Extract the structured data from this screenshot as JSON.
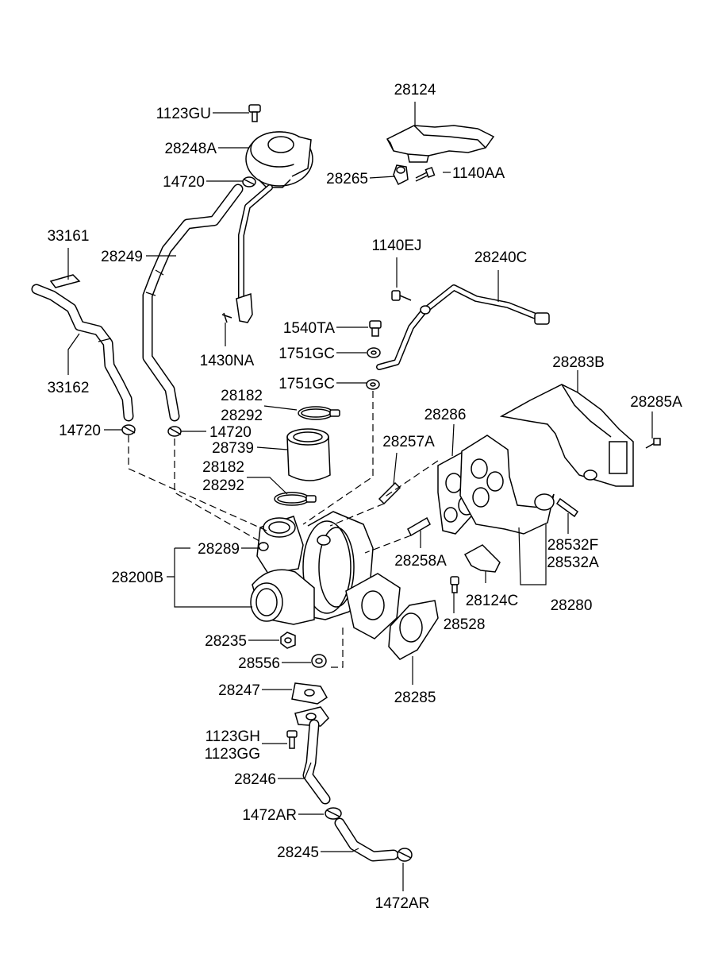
{
  "diagram": {
    "labels": [
      "28124",
      "1123GU",
      "28248A",
      "14720",
      "28265",
      "1140AA",
      "33161",
      "28249",
      "1140EJ",
      "28240C",
      "1430NA",
      "1540TA",
      "1751GC",
      "1751GC",
      "33162",
      "28283B",
      "28182",
      "28292",
      "28285A",
      "28286",
      "14720",
      "14720",
      "28739",
      "28257A",
      "28182",
      "28292",
      "28532F",
      "28532A",
      "28289",
      "28258A",
      "28200B",
      "28124C",
      "28280",
      "28528",
      "28235",
      "28556",
      "28285",
      "28247",
      "1123GH",
      "1123GG",
      "28246",
      "1472AR",
      "28245",
      "1472AR"
    ]
  }
}
